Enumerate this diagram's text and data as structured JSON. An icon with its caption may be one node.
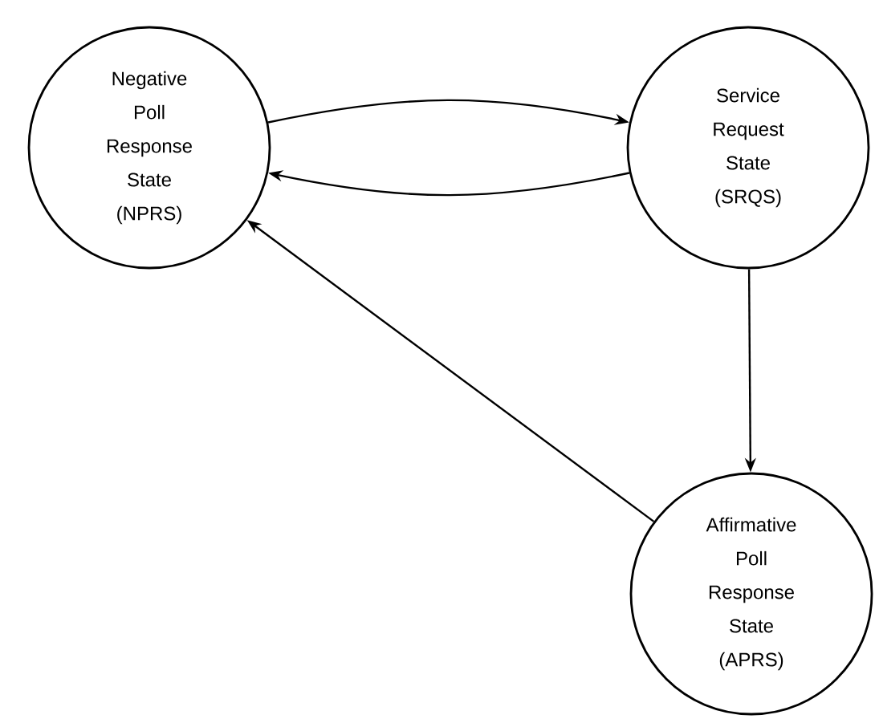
{
  "diagram": {
    "nodes": [
      {
        "text": [
          "Negative Poll Response State (NPRS)"
        ]
      },
      {
        "text": [
          "Service Request State (SRQS)"
        ]
      },
      {
        "text": [
          "Affirmative Poll Response State (APRS)"
        ]
      }
    ],
    "edges": [
      {
        "from": 0,
        "to": 1,
        "arrow": "to"
      },
      {
        "from": 1,
        "to": 0,
        "arrow": "to"
      },
      {
        "from": 1,
        "to": 2,
        "arrow": "to"
      },
      {
        "from": 2,
        "to": 0,
        "arrow": "to"
      }
    ]
  }
}
